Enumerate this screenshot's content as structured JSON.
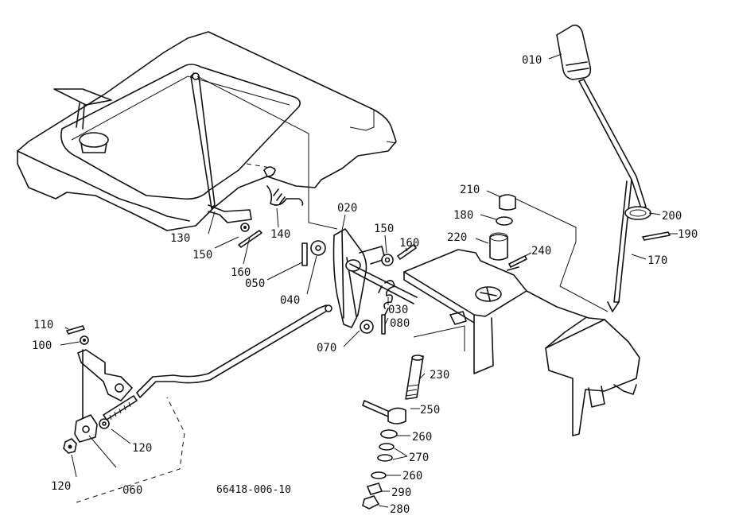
{
  "drawing_number": "66418-006-10",
  "callouts": [
    {
      "id": "c-010",
      "text": "010"
    },
    {
      "id": "c-200",
      "text": "200"
    },
    {
      "id": "c-190",
      "text": "190"
    },
    {
      "id": "c-170",
      "text": "170"
    },
    {
      "id": "c-210",
      "text": "210"
    },
    {
      "id": "c-180",
      "text": "180"
    },
    {
      "id": "c-220",
      "text": "220"
    },
    {
      "id": "c-240",
      "text": "240"
    },
    {
      "id": "c-020",
      "text": "020"
    },
    {
      "id": "c-150a",
      "text": "150"
    },
    {
      "id": "c-160a",
      "text": "160"
    },
    {
      "id": "c-130",
      "text": "130"
    },
    {
      "id": "c-140",
      "text": "140"
    },
    {
      "id": "c-150b",
      "text": "150"
    },
    {
      "id": "c-160b",
      "text": "160"
    },
    {
      "id": "c-050",
      "text": "050"
    },
    {
      "id": "c-040",
      "text": "040"
    },
    {
      "id": "c-030",
      "text": "030"
    },
    {
      "id": "c-080",
      "text": "080"
    },
    {
      "id": "c-070",
      "text": "070"
    },
    {
      "id": "c-110",
      "text": "110"
    },
    {
      "id": "c-100",
      "text": "100"
    },
    {
      "id": "c-230",
      "text": "230"
    },
    {
      "id": "c-250",
      "text": "250"
    },
    {
      "id": "c-260a",
      "text": "260"
    },
    {
      "id": "c-270",
      "text": "270"
    },
    {
      "id": "c-260b",
      "text": "260"
    },
    {
      "id": "c-290",
      "text": "290"
    },
    {
      "id": "c-280",
      "text": "280"
    },
    {
      "id": "c-120a",
      "text": "120"
    },
    {
      "id": "c-120b",
      "text": "120"
    },
    {
      "id": "c-060",
      "text": "060"
    }
  ]
}
